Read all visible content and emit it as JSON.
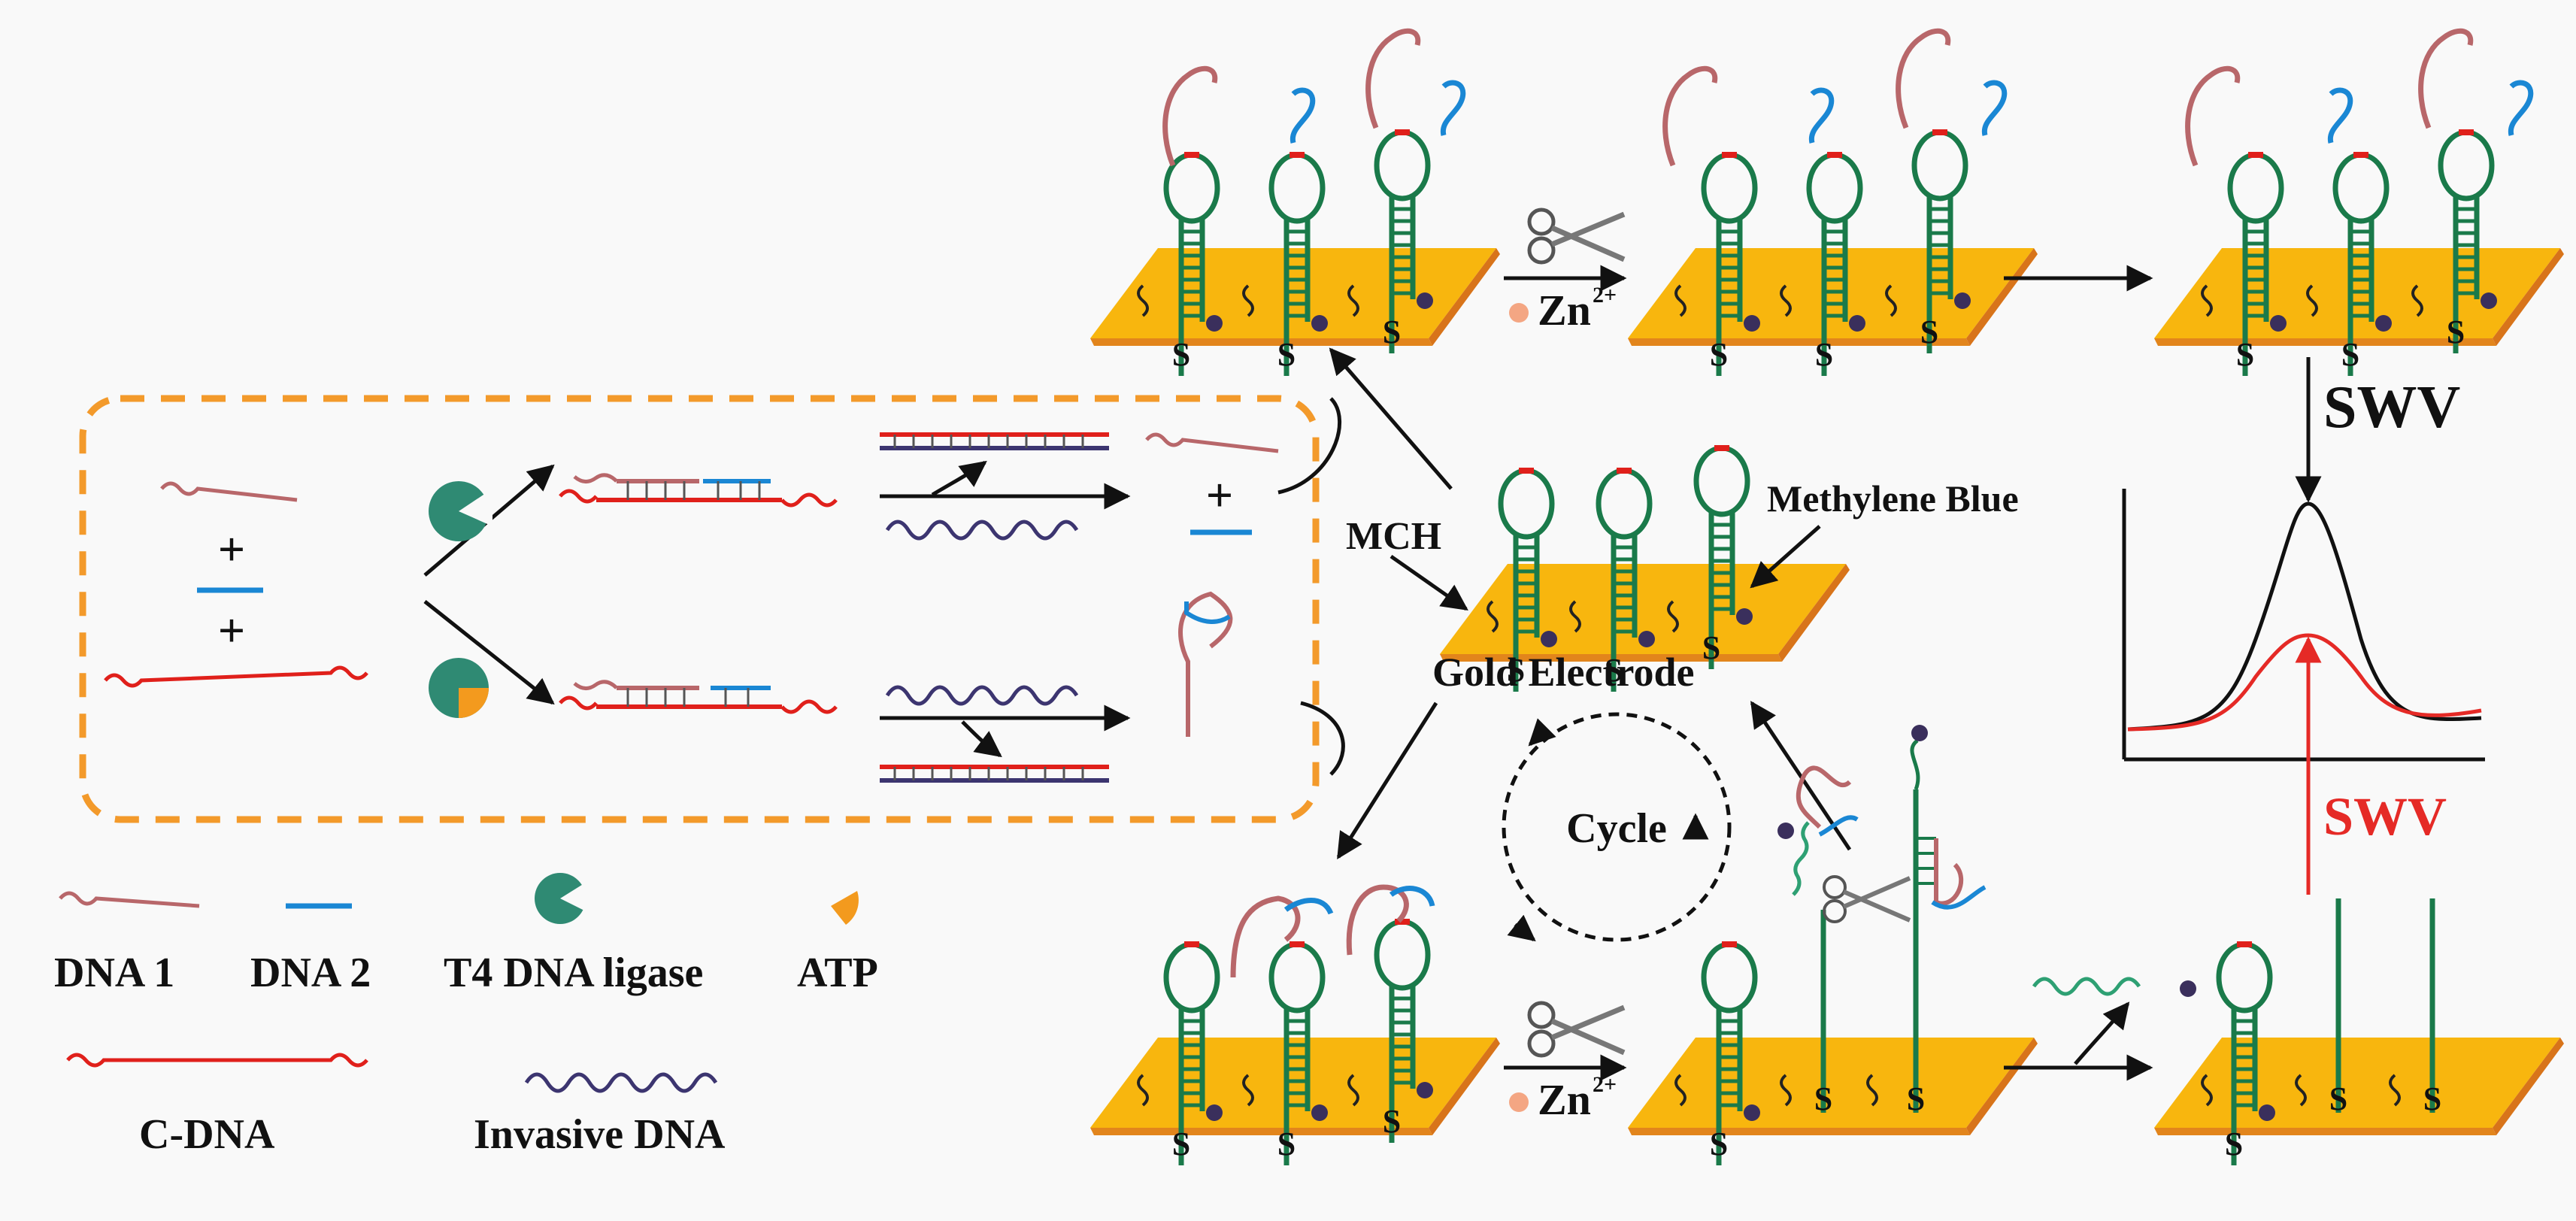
{
  "labels": {
    "zn_top": "Zn",
    "zn_top_sup": "2+",
    "zn_bottom": "Zn",
    "zn_bottom_sup": "2+",
    "swv_top": "SWV",
    "swv_bottom": "SWV",
    "mch": "MCH",
    "methylene_blue": "Methylene Blue",
    "gold_electrode": "Gold Electrode",
    "cycle": "Cycle",
    "plus_1": "+",
    "plus_2": "+",
    "plus_3": "+"
  },
  "legend": {
    "dna1": "DNA 1",
    "dna2": "DNA 2",
    "ligase": "T4 DNA ligase",
    "atp": "ATP",
    "cdna": "C-DNA",
    "invasive": "Invasive DNA"
  },
  "colors": {
    "background": "#f9f9f9",
    "gold_top": "#f8b60e",
    "gold_edge": "#e2851c",
    "hairpin": "#1a7a4a",
    "dna1": "#b8676a",
    "dna2": "#1a87d4",
    "cdna": "#e0201b",
    "invasive": "#3c3570",
    "ligase": "#2f8a73",
    "atp": "#f39a1e",
    "dashed_box": "#f39a2b",
    "swv_red": "#e52a26",
    "text": "#111111"
  },
  "icons": [
    "scissors-icon",
    "zinc-ion-icon",
    "ligase-icon",
    "atp-icon",
    "methylene-blue-icon"
  ]
}
